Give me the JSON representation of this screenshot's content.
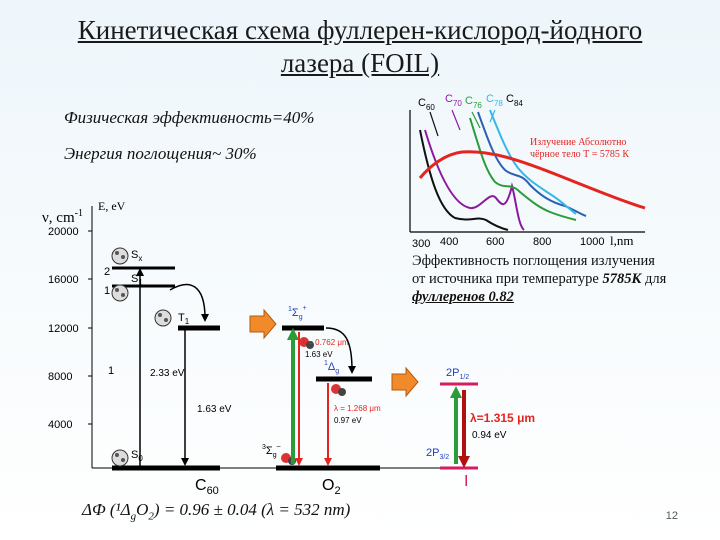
{
  "title": {
    "line1": "Кинетическая схема фуллерен-кислород-йодного",
    "line2": "лазера (FOIL)"
  },
  "stats": {
    "efficiency": "Физическая эффективность=40%",
    "absorption": "Энергия поглощения~ 30%"
  },
  "spectrum": {
    "series_labels": [
      {
        "c": "C",
        "sub": "60"
      },
      {
        "c": "C",
        "sub": "70"
      },
      {
        "c": "C",
        "sub": "76"
      },
      {
        "c": "C",
        "sub": "78"
      },
      {
        "c": "C",
        "sub": "84"
      }
    ],
    "blackbody_label_1": "Излучение Абсолютно",
    "blackbody_label_2": "чёрное тело Т = 5785 К",
    "x_ticks": [
      "300",
      "400",
      "600",
      "800",
      "1000"
    ],
    "x_unit": "l,nm",
    "colors": {
      "blackbody": "#e52420",
      "c60": "#111111",
      "c70": "#8b1a9e",
      "c76": "#2a9d3a",
      "c78": "#2b5fb3",
      "c84": "#35b7e6"
    }
  },
  "fullerene_paragraph": {
    "line1": "Эффективность поглощения излучения",
    "line2_a": "от источника при температуре ",
    "line2_b": "5785К",
    "line2_c": " для",
    "line3_a": "фуллеренов 0.82"
  },
  "energy_diagram": {
    "y_axis_label": "ν, cm",
    "y_axis_sup": "-1",
    "e_label": "E, eV",
    "y_ticks": [
      "20000",
      "16000",
      "12000",
      "8000",
      "4000"
    ],
    "y_tick_markers": [
      "2",
      "1",
      "1"
    ],
    "c60": {
      "levels": {
        "sx": "S",
        "sx_sub": "x",
        "s1": "S",
        "s1_sub": "1",
        "t1": "T",
        "t1_sub": "1",
        "s0": "S",
        "s0_sub": "0"
      },
      "e1": "2.33 eV",
      "e2": "1.63 eV",
      "name": "C",
      "name_sub": "60"
    },
    "o2": {
      "level_1sigma": "Σ",
      "level_1delta": "Δ",
      "level_3sigma": "Σ",
      "lambda1": "λ = 0.762",
      "lambda1_unit": "μm",
      "e1": "1.63 eV",
      "lambda2": "λ = 1.268",
      "lambda2_unit": "μm",
      "e2": "0.97 eV",
      "name": "O",
      "name_sub": "2"
    },
    "iodine": {
      "upper": "2P",
      "upper_sub": "1/2",
      "lower": "2P",
      "lower_sub": "3/2",
      "lambda": "λ=1.315",
      "lambda_unit": "μm",
      "energy": "0.94 eV",
      "name": "I"
    }
  },
  "quantum_yield": "ΔФ (¹Δ",
  "quantum_yield_sub": "g",
  "quantum_yield_mid": "O",
  "quantum_yield_sub2": "2",
  "quantum_yield_end": ") = 0.96 ± 0.04 (λ = 532 nm)",
  "page_number": "12"
}
